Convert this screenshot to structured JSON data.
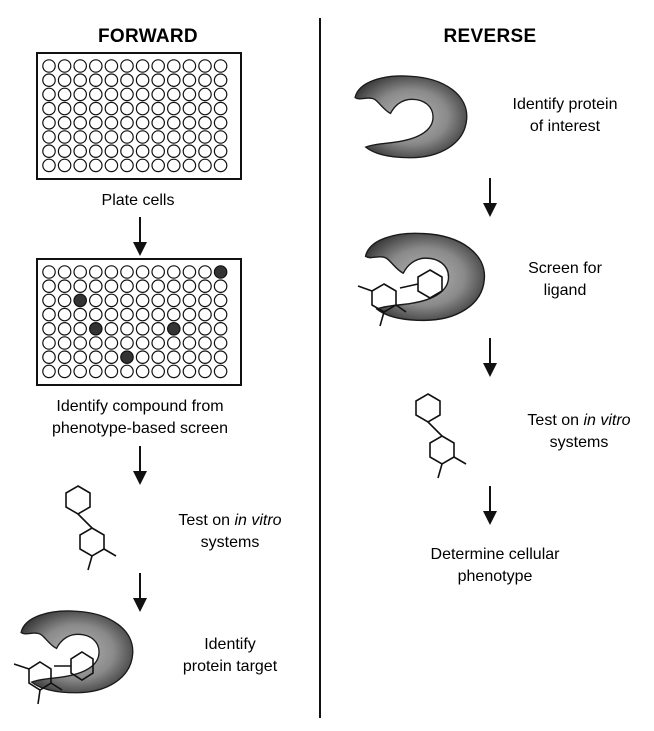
{
  "forward": {
    "title": "FORWARD",
    "step_plate": "Plate cells",
    "step_identify_compound_1": "Identify compound from",
    "step_identify_compound_2": "phenotype-based screen",
    "step_test_prefix": "Test on ",
    "step_test_italic": "in vitro",
    "step_test_line2": "systems",
    "step_identify_target_1": "Identify",
    "step_identify_target_2": "protein target",
    "hit_wells": [
      [
        1,
        12
      ],
      [
        3,
        3
      ],
      [
        5,
        4
      ],
      [
        5,
        9
      ],
      [
        7,
        6
      ]
    ]
  },
  "reverse": {
    "title": "REVERSE",
    "step_identify_protein_1": "Identify protein",
    "step_identify_protein_2": "of interest",
    "step_screen_1": "Screen for",
    "step_screen_2": "ligand",
    "step_test_prefix": "Test on ",
    "step_test_italic": "in vitro",
    "step_test_line2": "systems",
    "step_phenotype_1": "Determine cellular",
    "step_phenotype_2": "phenotype"
  },
  "icons": {
    "plate": "multiwell-plate-icon",
    "protein": "protein-pocket-icon",
    "compound": "small-molecule-icon",
    "arrow": "down-arrow-icon"
  },
  "colors": {
    "protein_fill": "#8c8c8c",
    "protein_dark": "#3a3a3a",
    "hit_well": "#333333",
    "line": "#111111"
  }
}
